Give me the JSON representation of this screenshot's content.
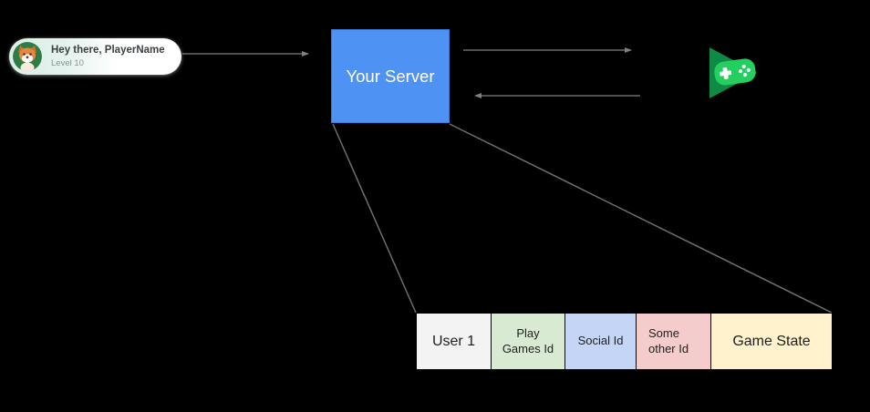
{
  "canvas": {
    "background_color": "#000000"
  },
  "player_banner": {
    "greeting": "Hey there, PlayerName",
    "level": "Level 10",
    "tint_color": "#dcefe7",
    "card_color": "#ffffff",
    "avatar_icon": "fox-avatar",
    "avatar_bg_color": "#2e7d46"
  },
  "server_box": {
    "label": "Your Server",
    "fill_color": "#4e92f3",
    "text_color": "#ffffff"
  },
  "play_games_logo": {
    "icon": "google-play-games-icon",
    "triangle_color": "#0e8a44",
    "gamepad_color": "#23cf5f",
    "controls_color": "#ffffff"
  },
  "connectors": {
    "color": "#808080",
    "items": [
      {
        "name": "banner-to-server",
        "type": "arrow-right"
      },
      {
        "name": "server-to-play-games",
        "type": "arrow-right"
      },
      {
        "name": "play-games-to-server",
        "type": "arrow-left"
      },
      {
        "name": "server-to-table-left",
        "type": "line"
      },
      {
        "name": "server-to-table-right",
        "type": "line"
      }
    ]
  },
  "user_table": {
    "border_color": "#000000",
    "text_color": "#1f1f1f",
    "cells": [
      {
        "label": "User 1",
        "fill": "#f3f3f3"
      },
      {
        "label": "Play\nGames Id",
        "fill": "#d9ead3"
      },
      {
        "label": "Social Id",
        "fill": "#c5d5f6"
      },
      {
        "label": "Some\nother Id",
        "fill": "#f4cccc"
      },
      {
        "label": "Game State",
        "fill": "#fff2cc"
      }
    ]
  }
}
